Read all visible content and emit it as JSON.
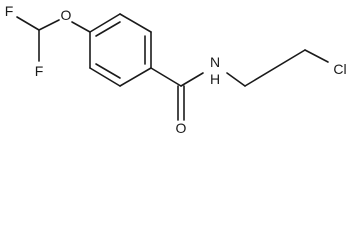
{
  "molecule": {
    "atoms": {
      "fluorine_top": "F",
      "fluorine_bottom": "F",
      "ether_oxygen": "O",
      "amide_nitrogen": "N",
      "amide_hydrogen": "H",
      "chlorine": "Cl",
      "carbonyl_oxygen": "O"
    }
  }
}
